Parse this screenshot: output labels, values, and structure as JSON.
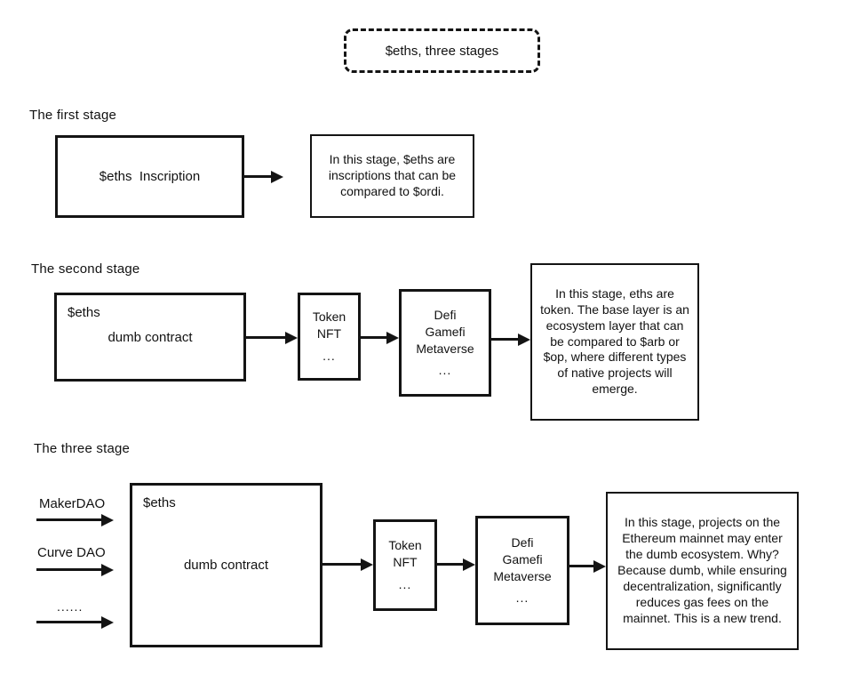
{
  "title": "$eths, three stages",
  "stage1": {
    "label": "The first stage",
    "box_text": "$eths  Inscription",
    "description": "In this stage, $eths are\ninscriptions that can be\ncompared to $ordi."
  },
  "stage2": {
    "label": "The second stage",
    "box_title": "$eths",
    "box_body": "dumb contract",
    "token_box": {
      "lines": [
        "Token",
        "NFT",
        "..."
      ]
    },
    "defi_box": {
      "lines": [
        "Defi",
        "Gamefi",
        "Metaverse",
        "..."
      ]
    },
    "description": "In this stage, eths are\ntoken. The base layer is an\necosystem layer that can\nbe compared to $arb or\n$op, where different types\nof native projects will\nemerge."
  },
  "stage3": {
    "label": "The three stage",
    "inputs": [
      "MakerDAO",
      "Curve DAO",
      "......"
    ],
    "box_title": "$eths",
    "box_body": "dumb contract",
    "token_box": {
      "lines": [
        "Token",
        "NFT",
        "..."
      ]
    },
    "defi_box": {
      "lines": [
        "Defi",
        "Gamefi",
        "Metaverse",
        "..."
      ]
    },
    "description": "In this stage, projects on the\nEthereum mainnet may enter\nthe dumb ecosystem. Why?\nBecause dumb, while ensuring\ndecentralization, significantly\nreduces gas fees on the\nmainnet. This is a new trend."
  }
}
